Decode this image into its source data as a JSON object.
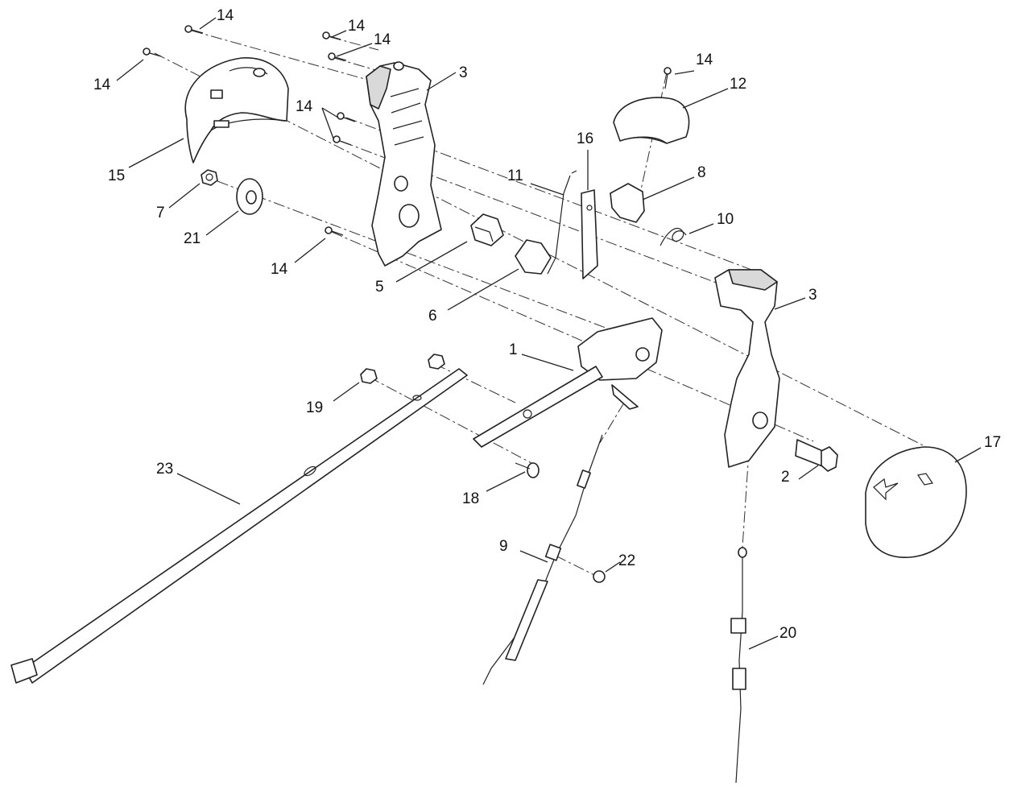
{
  "callouts": {
    "c14a": "14",
    "c14b": "14",
    "c14c": "14",
    "c14d": "14",
    "c14e": "14",
    "c14f": "14",
    "c14g": "14",
    "c3a": "3",
    "c3b": "3",
    "c15": "15",
    "c7": "7",
    "c21": "21",
    "c16": "16",
    "c11": "11",
    "c12": "12",
    "c8": "8",
    "c10": "10",
    "c5": "5",
    "c6": "6",
    "c1": "1",
    "c19": "19",
    "c18": "18",
    "c23": "23",
    "c2": "2",
    "c17": "17",
    "c9": "9",
    "c22": "22",
    "c20": "20"
  }
}
